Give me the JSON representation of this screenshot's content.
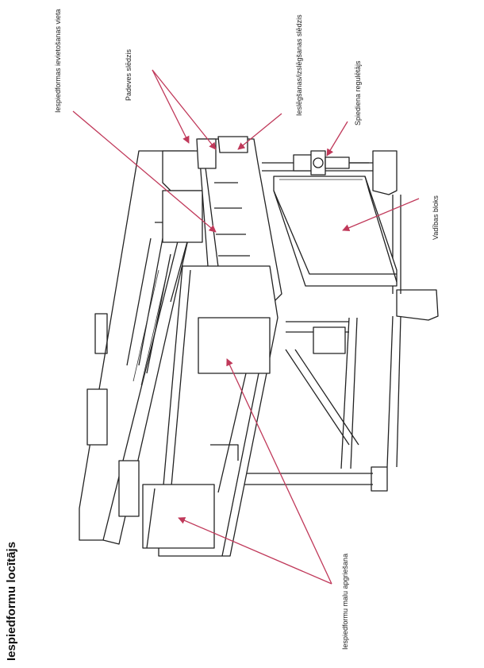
{
  "title": "Iespiedformu locītājs",
  "labels": {
    "placement": "Iespiedformas ievietošanas vieta",
    "feed_switch": "Padeves slēdzis",
    "power_switch": "Ieslēgšanas/izslēgšanas slēdzis",
    "pressure_regulator": "Spiediena regulētājs",
    "control_unit": "Vadības bloks",
    "edge_trimming": "Iespiedformu malu apgriešana"
  },
  "colors": {
    "arrow": "#c0395a",
    "line": "#222222"
  }
}
